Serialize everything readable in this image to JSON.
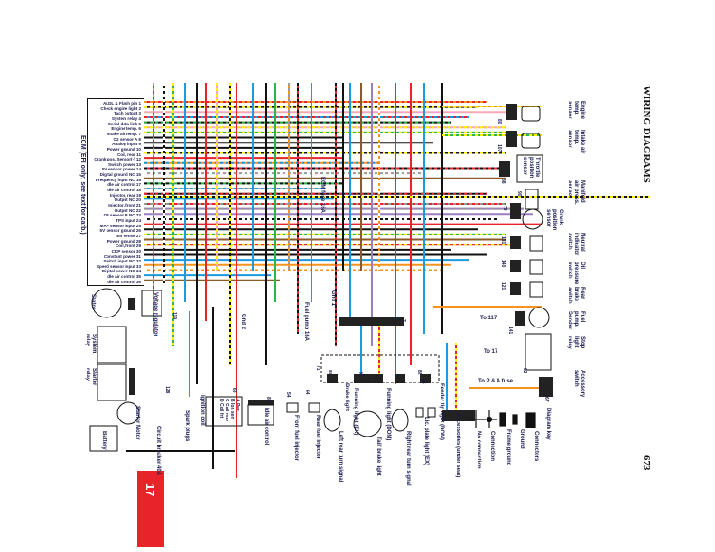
{
  "page": {
    "section_title": "WIRING DIAGRAMS",
    "page_number": "673",
    "chapter_tab": "17"
  },
  "ecm": {
    "title": "ECM (EFI only; see text for carb.)",
    "pins": [
      "ALDL & Flash pin 1",
      "Check engine light 2",
      "Tach output 3",
      "System relay 4",
      "Serial data link 5",
      "Engine temp. 6",
      "Intake air temp. 7",
      "O2 sensor A 8",
      "Analog input 9",
      "Power ground 10",
      "Coil, rear 11",
      "Crank pos. Sensor(-) 12",
      "Switch power 13",
      "5V sensor power 14",
      "Digital ground NC 15",
      "Frequency input NC 16",
      "Idle air control 17",
      "Idle air control 18",
      "Injector, rear 19",
      "Output NC 20",
      "Injector, front 21",
      "Output NC 22",
      "O2 sensor B NC 23",
      "TPS input 24",
      "MAP sensor input 25",
      "5V sensor ground 26",
      "Ion sense 27",
      "Power ground 28",
      "Coil, front 29",
      "CKP sensor 30",
      "Constant power 31",
      "Switch input NC 32",
      "Speed sensor input 33",
      "Digital power NC 34",
      "Idle air control 35",
      "Idle air control 36"
    ]
  },
  "components": {
    "engine_temp": "Engine temp. sensor",
    "intake_temp": "Intake air temp. sensor",
    "throttle": "Throttle position sensor",
    "map": "Manifold air press. sensor",
    "crank": "Crank position sensor",
    "neutral": "Neutral indicator switch",
    "oil": "Oil pressure switch",
    "rear_brake": "Rear brake switch",
    "fuel_pump": "Fuel pump/ Sender",
    "stop_relay": "Stop light relay",
    "accessory_switch": "Accessory switch",
    "accessories": "Accessories (under seat)",
    "fender_tip": "Fender tip light (DOM)",
    "lic_plate": "Lic. plate light (EX)",
    "right_turn": "Right rear turn signal",
    "tail_brake": "Tail/ brake light",
    "running_dom": "Running light (DOM)",
    "running_ex": "Running light (EX)",
    "brake_light": "Brake light",
    "left_turn": "Left rear turn signal",
    "rear_injector": "Rear fuel injector",
    "front_injector": "Front fuel injector",
    "idle_air": "Idle air control",
    "ignition_coil": "Ignition coil",
    "coil_pins": [
      "A Pwr",
      "B Ion sen",
      "C Coil rear",
      "D Coil frt"
    ],
    "spark_plugs": "Spark plugs",
    "starter_motor": "Starter Motor",
    "battery": "Battery",
    "circuit_breaker": "Circuit breaker 40A",
    "system_relay": "System relay",
    "starter_relay": "Starter relay",
    "regulator": "Voltage regulator",
    "stator": "Stator",
    "gnd1": "Gnd 1",
    "gnd2": "Gnd 2",
    "ecm_fuse": "ECM fuse 16A",
    "fuel_fuse": "Fuel pump 16A"
  },
  "references": {
    "to_117": "To 117",
    "to_17": "To 17",
    "to_pa_fuse": "To P & A fuse"
  },
  "key": {
    "title": "Diagram key",
    "connectors": "Connectors",
    "ground": "Ground",
    "frame_ground": "Frame ground",
    "connection": "Connection",
    "no_connection": "No connection"
  },
  "connector_numbers": [
    "80",
    "107",
    "88",
    "90",
    "79",
    "131",
    "140",
    "121",
    "141",
    "62",
    "67",
    "4",
    "85",
    "71",
    "93",
    "82",
    "45",
    "63",
    "87",
    "64",
    "54",
    "7",
    "128",
    "119"
  ]
}
